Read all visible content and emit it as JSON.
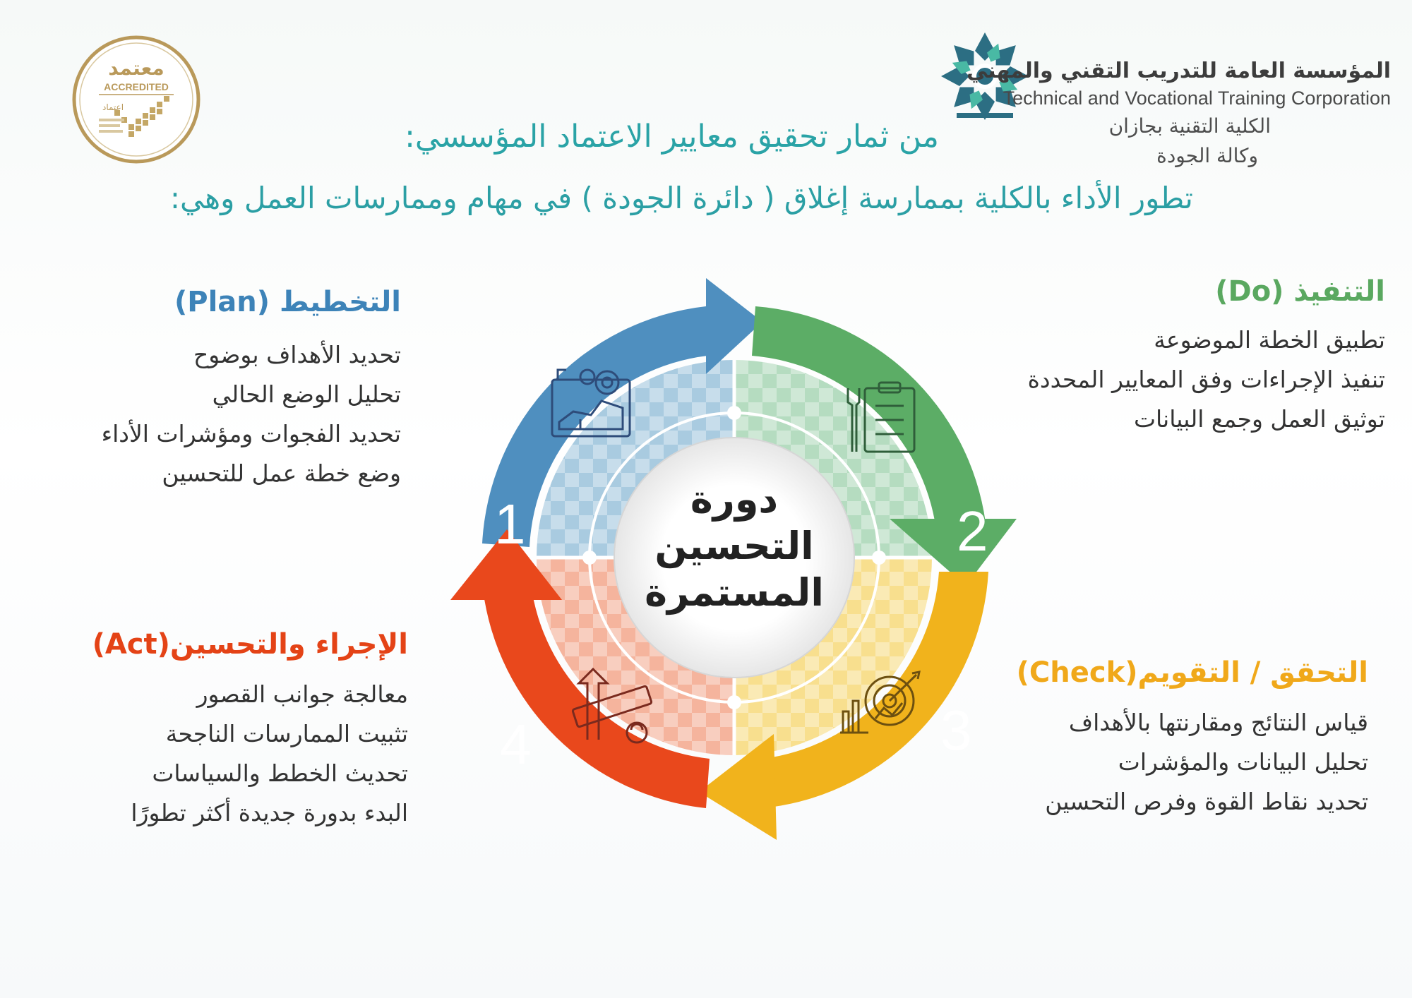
{
  "header": {
    "corporation_ar": "المؤسسة العامة للتدريب التقني والمهني",
    "corporation_en": "Technical and Vocational Training Corporation",
    "college": "الكلية التقنية بجازان",
    "agency": "وكالة الجودة"
  },
  "seal": {
    "title_ar": "معتمد",
    "title_en": "ACCREDITED",
    "org_ar": "اعتماد",
    "color": "#b9995a"
  },
  "headline": "من ثمار تحقيق معايير الاعتماد المؤسسي:",
  "subheadline": "تطور الأداء بالكلية بممارسة إغلاق ( دائرة الجودة ) في مهام وممارسات العمل وهي:",
  "center": {
    "line1": "دورة",
    "line2": "التحسين",
    "line3": "المستمرة"
  },
  "steps": {
    "plan": {
      "number": "1",
      "title": "التخطيط (Plan)",
      "items": [
        "تحديد الأهداف بوضوح",
        "تحليل الوضع الحالي",
        "تحديد الفجوات ومؤشرات الأداء",
        "وضع خطة عمل للتحسين"
      ],
      "icon": "blueprint-gears-icon",
      "color": "#4f8fbf"
    },
    "do": {
      "number": "2",
      "title": "التنفيذ (Do)",
      "items": [
        "تطبيق الخطة الموضوعة",
        "تنفيذ الإجراءات وفق المعايير المحددة",
        "توثيق العمل وجمع البيانات"
      ],
      "icon": "tools-checklist-icon",
      "color": "#5cad66"
    },
    "check": {
      "number": "3",
      "title": "التحقق / التقويم(Check)",
      "items": [
        "قياس النتائج ومقارنتها بالأهداف",
        "تحليل البيانات والمؤشرات",
        "تحديد نقاط القوة وفرص التحسين"
      ],
      "icon": "target-chart-icon",
      "color": "#f1b31c"
    },
    "act": {
      "number": "4",
      "title": "الإجراء والتحسين(Act)",
      "items": [
        "معالجة جوانب القصور",
        "تثبيت الممارسات الناجحة",
        "تحديث الخطط والسياسات",
        "البدء بدورة جديدة أكثر تطورًا"
      ],
      "icon": "improvement-arrow-icon",
      "color": "#e9481c"
    }
  }
}
